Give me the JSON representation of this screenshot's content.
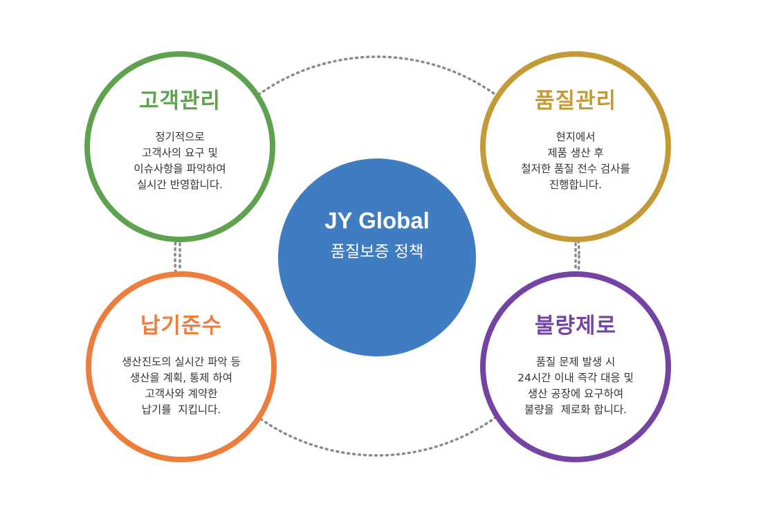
{
  "center": {
    "title": "JY Global",
    "subtitle": "품질보증 정책",
    "color": "#3f7cc1"
  },
  "nodes": [
    {
      "title": "고객관리",
      "color": "#5ea24f",
      "lines": [
        "정기적으로",
        "고객사의 요구 및",
        "이슈사항을 파악하여",
        "실시간 반영합니다."
      ]
    },
    {
      "title": "품질관리",
      "color": "#c49a37",
      "lines": [
        "현지에서",
        "제품 생산 후",
        "철저한 품질 전수 검사를",
        "진행합니다."
      ]
    },
    {
      "title": "납기준수",
      "color": "#ee7d3c",
      "lines": [
        "생산진도의 실시간 파악 등",
        "생산을 계획, 통제 하여",
        "고객사와 계약한",
        "납기를  지킵니다."
      ]
    },
    {
      "title": "불량제로",
      "color": "#7443a3",
      "lines": [
        "품질 문제 발생 시",
        "24시간 이내 즉각 대응 및",
        "생산 공장에 요구하여",
        "불량을  제로화 합니다."
      ]
    }
  ]
}
